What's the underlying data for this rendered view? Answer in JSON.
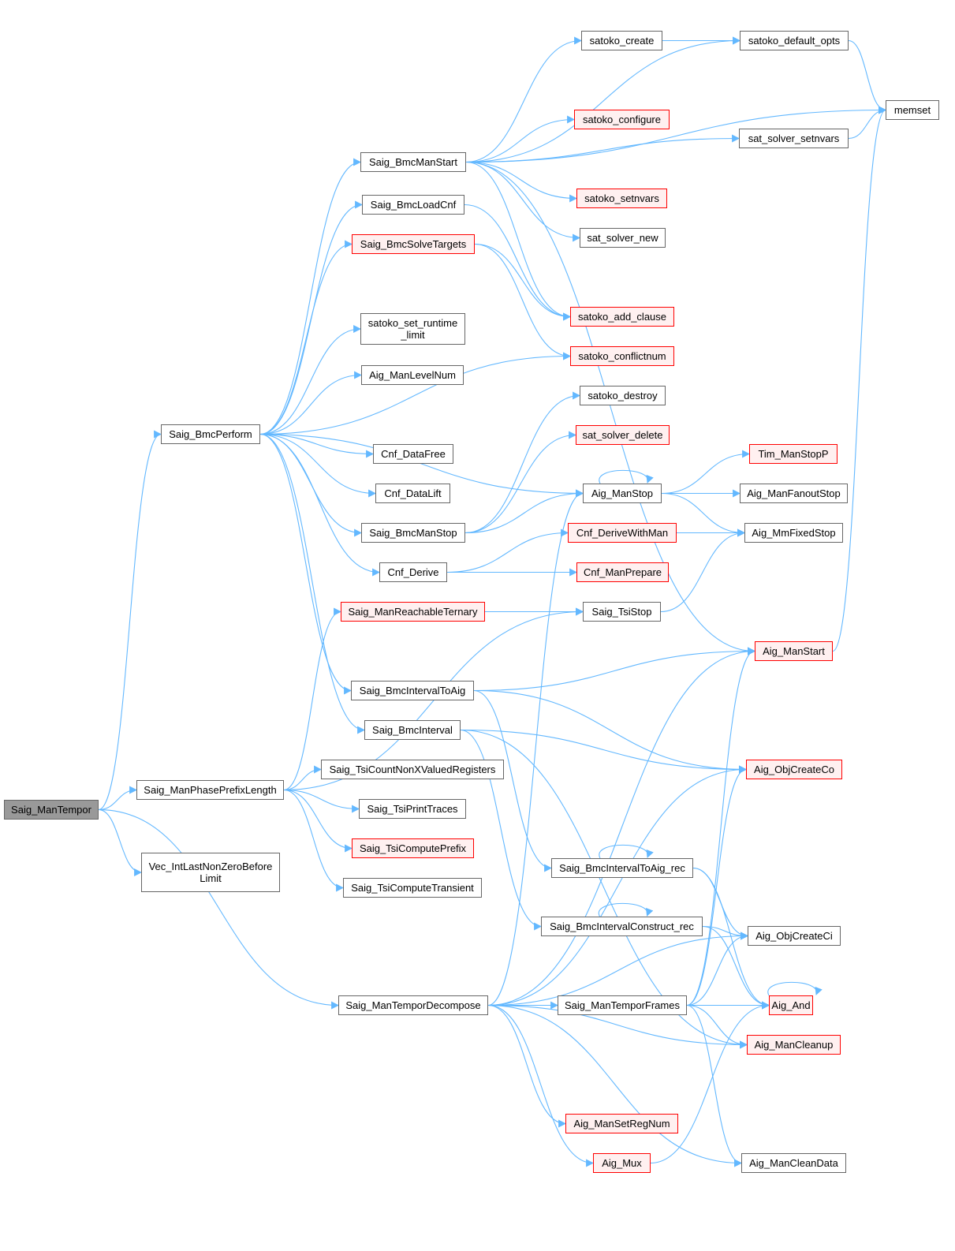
{
  "colors": {
    "edge": "#63b8ff",
    "node_border": "#666666",
    "red_border": "#ff0000",
    "red_fill": "#fff0f0",
    "root_fill": "#999999"
  },
  "nodes": {
    "Saig_ManTempor": {
      "label": "Saig_ManTempor",
      "kind": "root"
    },
    "Saig_BmcPerform": {
      "label": "Saig_BmcPerform",
      "kind": "normal"
    },
    "Saig_ManPhasePrefixLength": {
      "label": "Saig_ManPhasePrefixLength",
      "kind": "normal"
    },
    "Vec_IntLastNonZeroBeforeLimit": {
      "label": "Vec_IntLastNonZeroBefore\nLimit",
      "kind": "normal"
    },
    "Saig_ManTemporDecompose": {
      "label": "Saig_ManTemporDecompose",
      "kind": "normal"
    },
    "Saig_BmcManStart": {
      "label": "Saig_BmcManStart",
      "kind": "normal"
    },
    "Saig_BmcLoadCnf": {
      "label": "Saig_BmcLoadCnf",
      "kind": "normal"
    },
    "Saig_BmcSolveTargets": {
      "label": "Saig_BmcSolveTargets",
      "kind": "red"
    },
    "satoko_set_runtime_limit": {
      "label": "satoko_set_runtime\n_limit",
      "kind": "normal"
    },
    "Aig_ManLevelNum": {
      "label": "Aig_ManLevelNum",
      "kind": "normal"
    },
    "Cnf_DataFree": {
      "label": "Cnf_DataFree",
      "kind": "normal"
    },
    "Cnf_DataLift": {
      "label": "Cnf_DataLift",
      "kind": "normal"
    },
    "Saig_BmcManStop": {
      "label": "Saig_BmcManStop",
      "kind": "normal"
    },
    "Cnf_Derive": {
      "label": "Cnf_Derive",
      "kind": "normal"
    },
    "Saig_ManReachableTernary": {
      "label": "Saig_ManReachableTernary",
      "kind": "red"
    },
    "Saig_BmcIntervalToAig": {
      "label": "Saig_BmcIntervalToAig",
      "kind": "normal"
    },
    "Saig_BmcInterval": {
      "label": "Saig_BmcInterval",
      "kind": "normal"
    },
    "Saig_TsiCountNonXValuedRegisters": {
      "label": "Saig_TsiCountNonXValuedRegisters",
      "kind": "normal"
    },
    "Saig_TsiPrintTraces": {
      "label": "Saig_TsiPrintTraces",
      "kind": "normal"
    },
    "Saig_TsiComputePrefix": {
      "label": "Saig_TsiComputePrefix",
      "kind": "red"
    },
    "Saig_TsiComputeTransient": {
      "label": "Saig_TsiComputeTransient",
      "kind": "normal"
    },
    "satoko_create": {
      "label": "satoko_create",
      "kind": "normal"
    },
    "satoko_configure": {
      "label": "satoko_configure",
      "kind": "red"
    },
    "satoko_setnvars": {
      "label": "satoko_setnvars",
      "kind": "red"
    },
    "sat_solver_new": {
      "label": "sat_solver_new",
      "kind": "normal"
    },
    "satoko_add_clause": {
      "label": "satoko_add_clause",
      "kind": "red"
    },
    "satoko_conflictnum": {
      "label": "satoko_conflictnum",
      "kind": "red"
    },
    "satoko_destroy": {
      "label": "satoko_destroy",
      "kind": "normal"
    },
    "sat_solver_delete": {
      "label": "sat_solver_delete",
      "kind": "red"
    },
    "Aig_ManStop": {
      "label": "Aig_ManStop",
      "kind": "normal"
    },
    "Cnf_DeriveWithMan": {
      "label": "Cnf_DeriveWithMan",
      "kind": "red"
    },
    "Cnf_ManPrepare": {
      "label": "Cnf_ManPrepare",
      "kind": "red"
    },
    "Saig_TsiStop": {
      "label": "Saig_TsiStop",
      "kind": "normal"
    },
    "Saig_BmcIntervalToAig_rec": {
      "label": "Saig_BmcIntervalToAig_rec",
      "kind": "normal"
    },
    "Saig_BmcIntervalConstruct_rec": {
      "label": "Saig_BmcIntervalConstruct_rec",
      "kind": "normal"
    },
    "Saig_ManTemporFrames": {
      "label": "Saig_ManTemporFrames",
      "kind": "normal"
    },
    "Aig_ManSetRegNum": {
      "label": "Aig_ManSetRegNum",
      "kind": "red"
    },
    "Aig_Mux": {
      "label": "Aig_Mux",
      "kind": "red"
    },
    "satoko_default_opts": {
      "label": "satoko_default_opts",
      "kind": "normal"
    },
    "sat_solver_setnvars": {
      "label": "sat_solver_setnvars",
      "kind": "normal"
    },
    "Tim_ManStopP": {
      "label": "Tim_ManStopP",
      "kind": "red"
    },
    "Aig_ManFanoutStop": {
      "label": "Aig_ManFanoutStop",
      "kind": "normal"
    },
    "Aig_MmFixedStop": {
      "label": "Aig_MmFixedStop",
      "kind": "normal"
    },
    "Aig_ManStart": {
      "label": "Aig_ManStart",
      "kind": "red"
    },
    "Aig_ObjCreateCo": {
      "label": "Aig_ObjCreateCo",
      "kind": "red"
    },
    "Aig_ObjCreateCi": {
      "label": "Aig_ObjCreateCi",
      "kind": "normal"
    },
    "Aig_And": {
      "label": "Aig_And",
      "kind": "red"
    },
    "Aig_ManCleanup": {
      "label": "Aig_ManCleanup",
      "kind": "red"
    },
    "Aig_ManCleanData": {
      "label": "Aig_ManCleanData",
      "kind": "normal"
    },
    "memset": {
      "label": "memset",
      "kind": "normal"
    }
  },
  "edges": [
    [
      "Saig_ManTempor",
      "Saig_BmcPerform"
    ],
    [
      "Saig_ManTempor",
      "Saig_ManPhasePrefixLength"
    ],
    [
      "Saig_ManTempor",
      "Vec_IntLastNonZeroBeforeLimit"
    ],
    [
      "Saig_ManTempor",
      "Saig_ManTemporDecompose"
    ],
    [
      "Saig_BmcPerform",
      "Saig_BmcManStart"
    ],
    [
      "Saig_BmcPerform",
      "Saig_BmcLoadCnf"
    ],
    [
      "Saig_BmcPerform",
      "Saig_BmcSolveTargets"
    ],
    [
      "Saig_BmcPerform",
      "satoko_set_runtime_limit"
    ],
    [
      "Saig_BmcPerform",
      "Aig_ManLevelNum"
    ],
    [
      "Saig_BmcPerform",
      "Cnf_DataFree"
    ],
    [
      "Saig_BmcPerform",
      "Cnf_DataLift"
    ],
    [
      "Saig_BmcPerform",
      "Saig_BmcManStop"
    ],
    [
      "Saig_BmcPerform",
      "Cnf_Derive"
    ],
    [
      "Saig_BmcPerform",
      "Saig_BmcIntervalToAig"
    ],
    [
      "Saig_BmcPerform",
      "Saig_BmcInterval"
    ],
    [
      "Saig_BmcPerform",
      "satoko_conflictnum"
    ],
    [
      "Saig_BmcPerform",
      "Aig_ManStop"
    ],
    [
      "Saig_BmcManStart",
      "satoko_create"
    ],
    [
      "Saig_BmcManStart",
      "satoko_default_opts"
    ],
    [
      "Saig_BmcManStart",
      "memset"
    ],
    [
      "Saig_BmcManStart",
      "satoko_configure"
    ],
    [
      "Saig_BmcManStart",
      "sat_solver_setnvars"
    ],
    [
      "Saig_BmcManStart",
      "satoko_setnvars"
    ],
    [
      "Saig_BmcManStart",
      "sat_solver_new"
    ],
    [
      "Saig_BmcManStart",
      "satoko_add_clause"
    ],
    [
      "Saig_BmcManStart",
      "Aig_ManStart"
    ],
    [
      "satoko_create",
      "satoko_default_opts"
    ],
    [
      "satoko_default_opts",
      "memset"
    ],
    [
      "sat_solver_setnvars",
      "memset"
    ],
    [
      "Saig_BmcLoadCnf",
      "satoko_add_clause"
    ],
    [
      "Saig_BmcSolveTargets",
      "satoko_add_clause"
    ],
    [
      "Saig_BmcSolveTargets",
      "satoko_conflictnum"
    ],
    [
      "Saig_BmcManStop",
      "Aig_ManStop"
    ],
    [
      "Saig_BmcManStop",
      "satoko_destroy"
    ],
    [
      "Saig_BmcManStop",
      "sat_solver_delete"
    ],
    [
      "Aig_ManStop",
      "Aig_ManStop"
    ],
    [
      "Aig_ManStop",
      "Tim_ManStopP"
    ],
    [
      "Aig_ManStop",
      "Aig_ManFanoutStop"
    ],
    [
      "Aig_ManStop",
      "Aig_MmFixedStop"
    ],
    [
      "Cnf_Derive",
      "Cnf_DeriveWithMan"
    ],
    [
      "Cnf_Derive",
      "Cnf_ManPrepare"
    ],
    [
      "Cnf_DeriveWithMan",
      "Aig_MmFixedStop"
    ],
    [
      "Saig_ManReachableTernary",
      "Saig_TsiStop"
    ],
    [
      "Saig_TsiStop",
      "Aig_MmFixedStop"
    ],
    [
      "Aig_ManStart",
      "memset"
    ],
    [
      "Saig_ManPhasePrefixLength",
      "Saig_ManReachableTernary"
    ],
    [
      "Saig_ManPhasePrefixLength",
      "Saig_TsiStop"
    ],
    [
      "Saig_ManPhasePrefixLength",
      "Saig_TsiCountNonXValuedRegisters"
    ],
    [
      "Saig_ManPhasePrefixLength",
      "Saig_TsiPrintTraces"
    ],
    [
      "Saig_ManPhasePrefixLength",
      "Saig_TsiComputePrefix"
    ],
    [
      "Saig_ManPhasePrefixLength",
      "Saig_TsiComputeTransient"
    ],
    [
      "Saig_BmcIntervalToAig",
      "Aig_ManStart"
    ],
    [
      "Saig_BmcIntervalToAig",
      "Aig_ObjCreateCo"
    ],
    [
      "Saig_BmcIntervalToAig",
      "Saig_BmcIntervalToAig_rec"
    ],
    [
      "Saig_BmcInterval",
      "Aig_ObjCreateCo"
    ],
    [
      "Saig_BmcInterval",
      "Saig_BmcIntervalConstruct_rec"
    ],
    [
      "Saig_BmcInterval",
      "Aig_ManCleanup"
    ],
    [
      "Saig_BmcIntervalToAig_rec",
      "Saig_BmcIntervalToAig_rec"
    ],
    [
      "Saig_BmcIntervalToAig_rec",
      "Aig_ObjCreateCi"
    ],
    [
      "Saig_BmcIntervalToAig_rec",
      "Aig_And"
    ],
    [
      "Saig_BmcIntervalConstruct_rec",
      "Saig_BmcIntervalConstruct_rec"
    ],
    [
      "Saig_BmcIntervalConstruct_rec",
      "Aig_ObjCreateCi"
    ],
    [
      "Saig_BmcIntervalConstruct_rec",
      "Aig_And"
    ],
    [
      "Saig_ManTemporDecompose",
      "Aig_ManStop"
    ],
    [
      "Saig_ManTemporDecompose",
      "Aig_ManStart"
    ],
    [
      "Saig_ManTemporDecompose",
      "Aig_ObjCreateCo"
    ],
    [
      "Saig_ManTemporDecompose",
      "Aig_ObjCreateCi"
    ],
    [
      "Saig_ManTemporDecompose",
      "Saig_ManTemporFrames"
    ],
    [
      "Saig_ManTemporDecompose",
      "Aig_And"
    ],
    [
      "Saig_ManTemporDecompose",
      "Aig_ManCleanup"
    ],
    [
      "Saig_ManTemporDecompose",
      "Aig_ManSetRegNum"
    ],
    [
      "Saig_ManTemporDecompose",
      "Aig_Mux"
    ],
    [
      "Saig_ManTemporDecompose",
      "Aig_ManCleanData"
    ],
    [
      "Saig_ManTemporFrames",
      "Aig_ManStart"
    ],
    [
      "Saig_ManTemporFrames",
      "Aig_ObjCreateCo"
    ],
    [
      "Saig_ManTemporFrames",
      "Aig_ObjCreateCi"
    ],
    [
      "Saig_ManTemporFrames",
      "Aig_And"
    ],
    [
      "Saig_ManTemporFrames",
      "Aig_ManCleanup"
    ],
    [
      "Saig_ManTemporFrames",
      "Aig_ManCleanData"
    ],
    [
      "Aig_Mux",
      "Aig_And"
    ],
    [
      "Aig_And",
      "Aig_And"
    ]
  ]
}
